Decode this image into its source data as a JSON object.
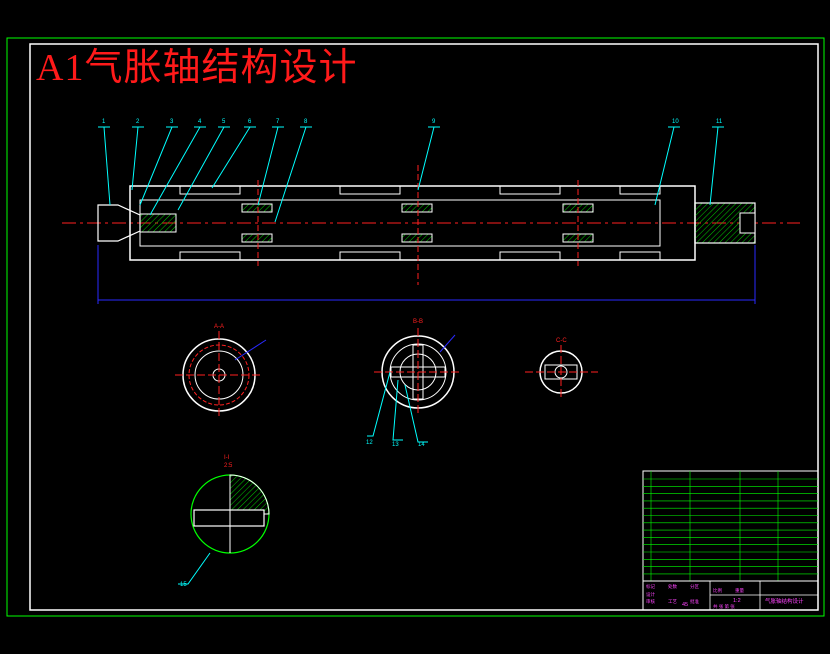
{
  "title": "A1气胀轴结构设计",
  "balloons": [
    "1",
    "2",
    "3",
    "4",
    "5",
    "6",
    "7",
    "8",
    "9",
    "10",
    "11",
    "12",
    "13",
    "14",
    "15"
  ],
  "section_labels": {
    "aa": "A-A",
    "bb": "B-B",
    "cc": "C-C",
    "detail": "I-I",
    "detail_scale": "2:5"
  },
  "title_block": {
    "drawing_name": "气胀轴结构设计",
    "scale": "1:2",
    "material_code": "45",
    "cells": [
      "标记",
      "处数",
      "分区",
      "设计",
      "审核",
      "工艺",
      "批准",
      "比例",
      "重量",
      "共 张 第 张"
    ]
  },
  "colors": {
    "frame": "#00ff00",
    "outline": "#ffffff",
    "centerline": "#ff2020",
    "dimension": "#2a2aff",
    "leader": "#00ffff",
    "hatch": "#00cc00",
    "title": "#ff1a1a",
    "table_text": "#ff44ff"
  }
}
